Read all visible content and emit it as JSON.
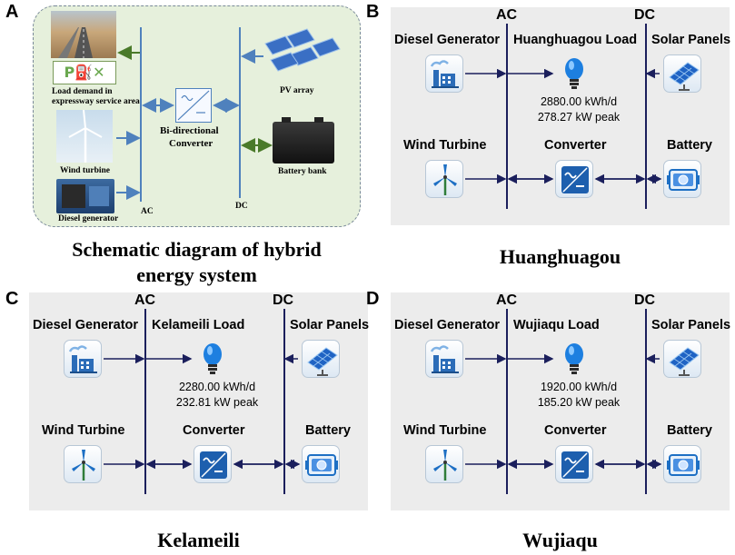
{
  "panels": {
    "A": {
      "letter": "A",
      "caption_line1": "Schematic diagram of hybrid",
      "caption_line2": "energy system",
      "labels": {
        "load_demand_line1": "Load demand  in",
        "load_demand_line2": "expressway service area",
        "wind_turbine": "Wind turbine",
        "diesel_generator": "Diesel generator",
        "pv_array": "PV array",
        "converter_line1": "Bi-directional",
        "converter_line2": "Converter",
        "battery_bank": "Battery bank",
        "ac": "AC",
        "dc": "DC"
      },
      "sign_text": "P⛽✕"
    },
    "B": {
      "letter": "B",
      "caption": "Huanghuagou",
      "ac": "AC",
      "dc": "DC",
      "diesel": "Diesel Generator",
      "load": "Huanghuagou Load",
      "solar": "Solar Panels",
      "energy": "2880.00 kWh/d",
      "peak": "278.27 kW peak",
      "wind": "Wind Turbine",
      "converter": "Converter",
      "battery": "Battery"
    },
    "C": {
      "letter": "C",
      "caption": "Kelameili",
      "ac": "AC",
      "dc": "DC",
      "diesel": "Diesel Generator",
      "load": "Kelameili Load",
      "solar": "Solar Panels",
      "energy": "2280.00 kWh/d",
      "peak": "232.81 kW peak",
      "wind": "Wind Turbine",
      "converter": "Converter",
      "battery": "Battery"
    },
    "D": {
      "letter": "D",
      "caption": "Wujiaqu",
      "ac": "AC",
      "dc": "DC",
      "diesel": "Diesel Generator",
      "load": "Wujiaqu Load",
      "solar": "Solar Panels",
      "energy": "1920.00 kWh/d",
      "peak": "185.20 kW peak",
      "wind": "Wind Turbine",
      "converter": "Converter",
      "battery": "Battery"
    }
  },
  "colors": {
    "bus": "#1b1f5c",
    "schematic_bg": "#e6f0dc",
    "schematic_arrow": "#4f81bd",
    "battery_arrow": "#4a7a2a",
    "panel_bg": "#ececec"
  },
  "icons": [
    "diesel-generator-icon",
    "load-bulb-icon",
    "solar-panel-icon",
    "wind-turbine-icon",
    "converter-icon",
    "battery-icon"
  ]
}
